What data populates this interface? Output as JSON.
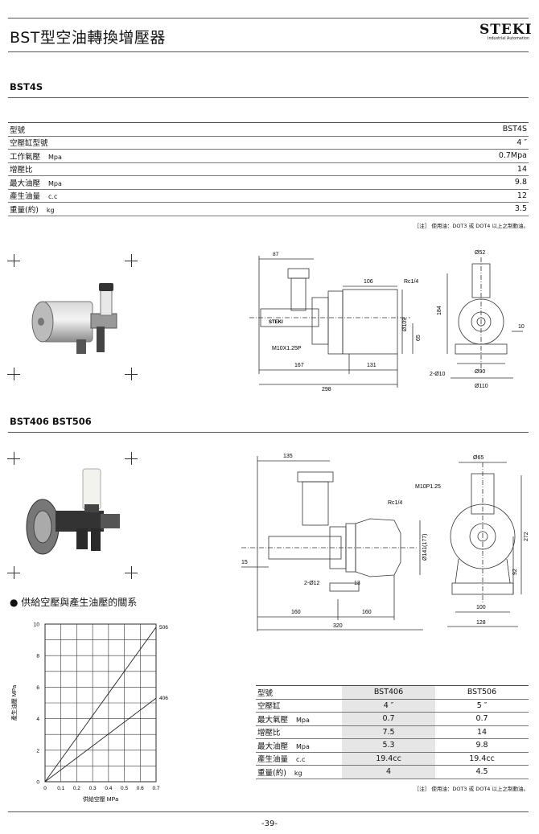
{
  "header": {
    "title": "BST型空油轉換增壓器",
    "logo_text": "STEKI",
    "logo_sub": "Industrial Automation"
  },
  "model1": {
    "heading": "BST4S",
    "rows": [
      {
        "label": "型號",
        "unit": "",
        "value": "BST4S"
      },
      {
        "label": "空壓缸型號",
        "unit": "",
        "value": "4 ″"
      },
      {
        "label": "工作氣壓",
        "unit": "Mpa",
        "value": "0.7Mpa"
      },
      {
        "label": "增壓比",
        "unit": "",
        "value": "14"
      },
      {
        "label": "最大油壓",
        "unit": "Mpa",
        "value": "9.8"
      },
      {
        "label": "產生油量",
        "unit": "c.c",
        "value": "12"
      },
      {
        "label": "重量(約)",
        "unit": "kg",
        "value": "3.5"
      }
    ],
    "note": "［注］ 使用油：DOT3 或 DOT4 以上之制動油。",
    "dims": {
      "d87": "87",
      "d106": "106",
      "rc": "Rc1/4",
      "d109": "Ø109",
      "d65": "65",
      "thread": "M10X1.25P",
      "d167": "167",
      "d131": "131",
      "d298": "298",
      "d52": "Ø52",
      "d184": "184",
      "d10": "10",
      "holes": "2-Ø10",
      "d90": "Ø90",
      "d110": "Ø110",
      "body_text": "STEKI"
    }
  },
  "model2": {
    "heading": "BST406  BST506",
    "rows": [
      {
        "label": "型號",
        "unit": "",
        "a": "BST406",
        "b": "BST506"
      },
      {
        "label": "空壓缸",
        "unit": "",
        "a": "4 ″",
        "b": "5 ″"
      },
      {
        "label": "最大氣壓",
        "unit": "Mpa",
        "a": "0.7",
        "b": "0.7"
      },
      {
        "label": "增壓比",
        "unit": "",
        "a": "7.5",
        "b": "14"
      },
      {
        "label": "最大油壓",
        "unit": "Mpa",
        "a": "5.3",
        "b": "9.8"
      },
      {
        "label": "產生油量",
        "unit": "c.c",
        "a": "19.4cc",
        "b": "19.4cc"
      },
      {
        "label": "重量(約)",
        "unit": "kg",
        "a": "4",
        "b": "4.5"
      }
    ],
    "note": "［注］ 使用油：DOT3 或 DOT4 以上之制動油。",
    "dims": {
      "d135": "135",
      "d65": "Ø65",
      "thread": "M10P1.25",
      "rc": "Rc1/4",
      "d141": "Ø141(177)",
      "d272": "272",
      "d15": "15",
      "holes": "2-Ø12",
      "d13": "13",
      "d92": "92",
      "d160a": "160",
      "d160b": "160",
      "d320": "320",
      "d100": "100",
      "d128": "128"
    }
  },
  "chart_title": "● 供給空壓與產生油壓的關系",
  "chart_data": {
    "type": "line",
    "xlabel": "供給空壓 MPa",
    "ylabel": "產生油壓 MPa",
    "xlim": [
      0,
      0.7
    ],
    "ylim": [
      0,
      10
    ],
    "x_ticks": [
      "0",
      "0.1",
      "0.2",
      "0.3",
      "0.4",
      "0.5",
      "0.6",
      "0.7"
    ],
    "y_ticks": [
      "0",
      "2",
      "4",
      "6",
      "8",
      "10"
    ],
    "grid": true,
    "series": [
      {
        "name": "506",
        "x": [
          0,
          0.7
        ],
        "y": [
          0,
          9.8
        ]
      },
      {
        "name": "406",
        "x": [
          0,
          0.7
        ],
        "y": [
          0,
          5.3
        ]
      }
    ]
  },
  "page_number": "-39-"
}
